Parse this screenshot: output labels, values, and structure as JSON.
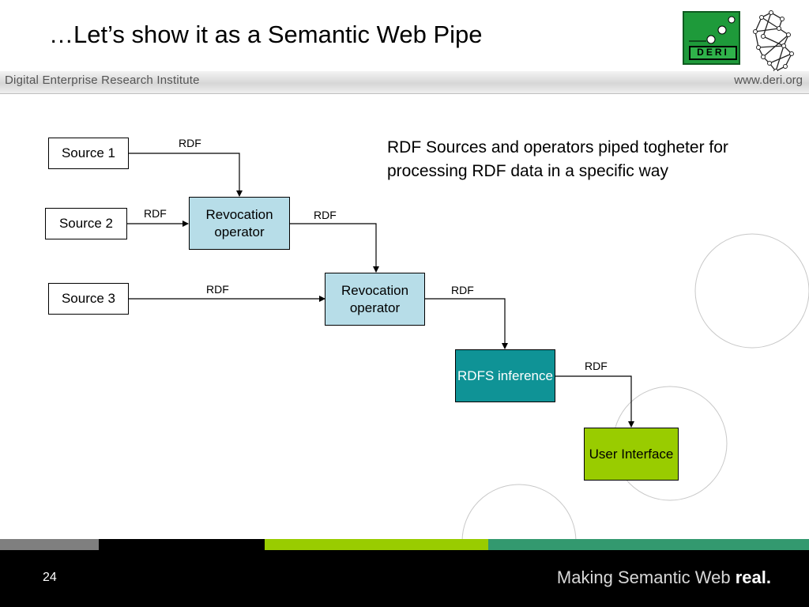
{
  "title": "…Let’s show it as a Semantic Web Pipe",
  "logo": {
    "text": "DERI"
  },
  "header_band": {
    "left": "Digital Enterprise Research Institute",
    "right": "www.deri.org"
  },
  "description": "RDF Sources and operators piped togheter for processing RDF data in a specific way",
  "nodes": {
    "source1": "Source 1",
    "source2": "Source 2",
    "source3": "Source 3",
    "revocation1": "Revocation operator",
    "revocation2": "Revocation operator",
    "rdfs": "RDFS inference",
    "user_interface": "User Interface"
  },
  "edge_label": "RDF",
  "footer": {
    "page_number": "24",
    "slogan_prefix": "Making Semantic Web ",
    "slogan_bold": "real."
  },
  "colors": {
    "revocation_box": "#b7dde8",
    "rdfs_box": "#0f9396",
    "ui_box": "#99cc00",
    "logo_green": "#1e9a3a",
    "bar_gray": "#7f7f7f",
    "bar_lime": "#99cc00",
    "bar_teal": "#33996f",
    "footer_bg": "#000000"
  }
}
